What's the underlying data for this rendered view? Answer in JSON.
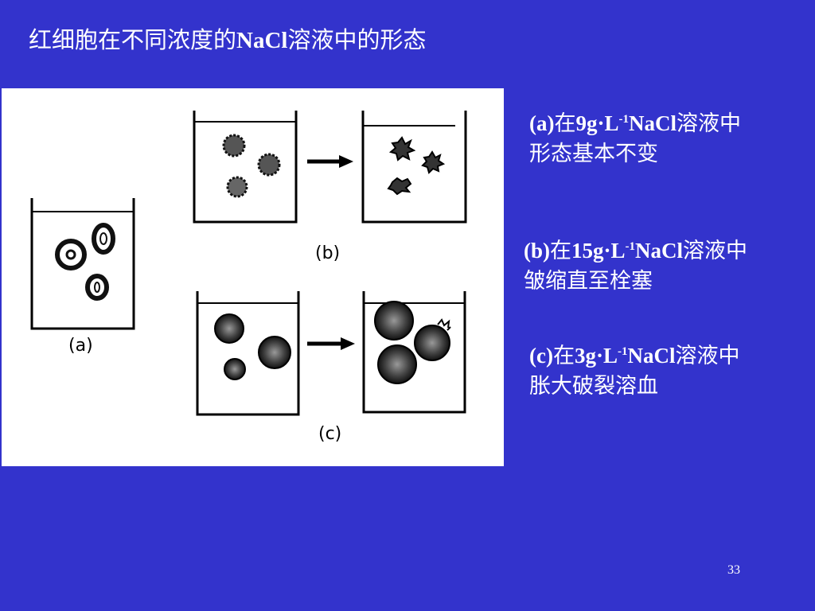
{
  "slide": {
    "title_cn1": "红细胞在不同浓度的",
    "title_en": "NaCl",
    "title_cn2": "溶液中的形态",
    "page_number": "33"
  },
  "figure": {
    "label_a": "(a)",
    "label_b": "(b)",
    "label_c": "(c)"
  },
  "descriptions": [
    {
      "label": "(a)",
      "prefix": "在",
      "concentration": "9g·L",
      "exponent": "-1",
      "solute": "NaCl",
      "suffix": "溶液中",
      "result": "形态基本不变"
    },
    {
      "label": "(b)",
      "prefix": "在",
      "concentration": "15g·L",
      "exponent": "-1",
      "solute": "NaCl",
      "suffix": "溶液中",
      "result": "皱缩直至栓塞"
    },
    {
      "label": "(c)",
      "prefix": "在",
      "concentration": "3g·L",
      "exponent": "-1",
      "solute": "NaCl",
      "suffix": "溶液中",
      "result": "胀大破裂溶血"
    }
  ]
}
